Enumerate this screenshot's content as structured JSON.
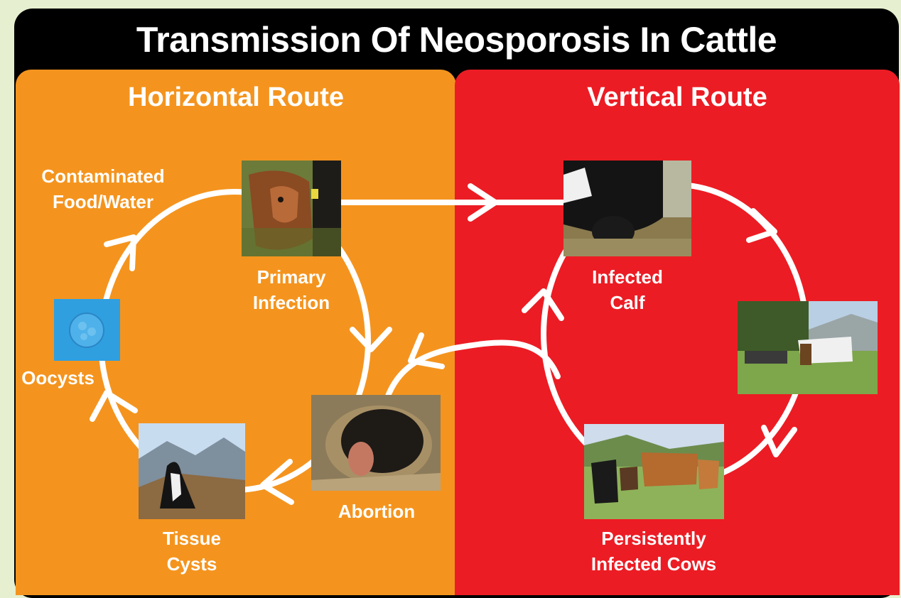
{
  "title": "Transmission Of Neosporosis In Cattle",
  "routes": {
    "horizontal": "Horizontal Route",
    "vertical": "Vertical Route"
  },
  "labels": {
    "contaminated": "Contaminated\nFood/Water",
    "primary": "Primary\nInfection",
    "oocysts": "Oocysts",
    "abortion": "Abortion",
    "tissue": "Tissue\nCysts",
    "infected_calf": "Infected\nCalf",
    "persistent": "Persistently\nInfected Cows"
  },
  "colors": {
    "background": "#e6efcf",
    "header": "#000000",
    "horizontal": "#f4941e",
    "vertical": "#ec1c24",
    "arrow": "#ffffff"
  }
}
